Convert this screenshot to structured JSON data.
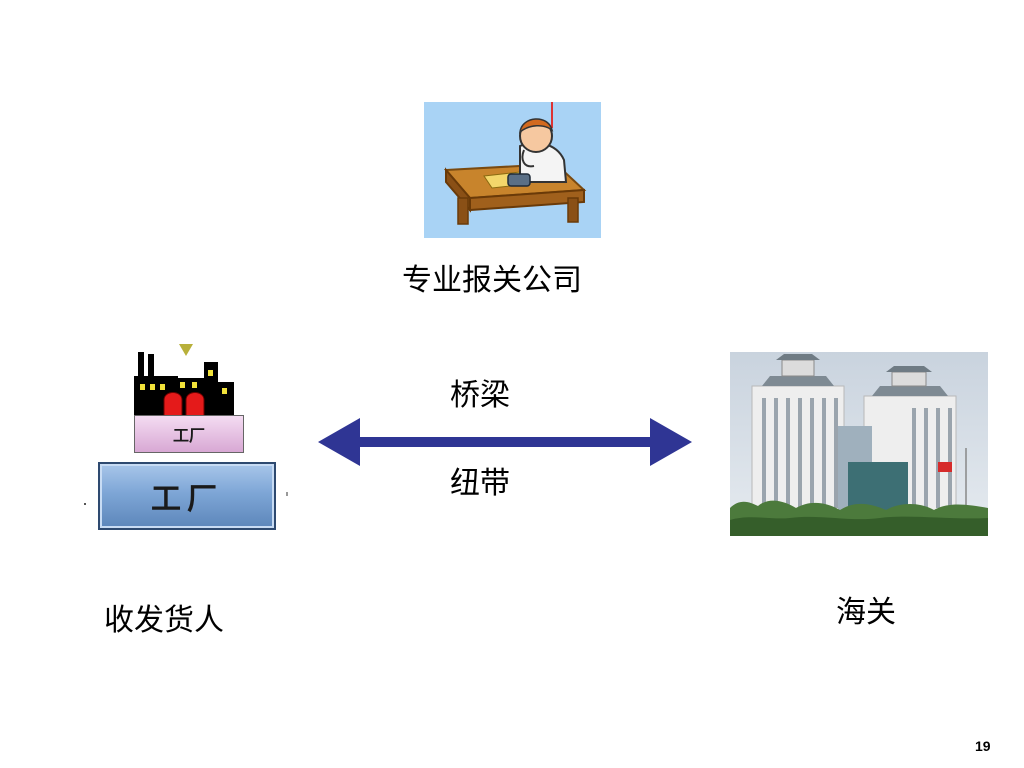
{
  "slide": {
    "top_caption": "专业报关公司",
    "arrow_label_top": "桥梁",
    "arrow_label_bottom": "纽带",
    "left_caption": "收发货人",
    "right_caption": "海关",
    "page_number": "19"
  },
  "factory": {
    "small_plaque": "工厂",
    "large_plaque": "工厂"
  },
  "colors": {
    "arrow": "#2f3594",
    "broker_bg": "#a9d3f5",
    "plaque_small": "#e6c0e2",
    "plaque_large": "#7ea6d6"
  }
}
